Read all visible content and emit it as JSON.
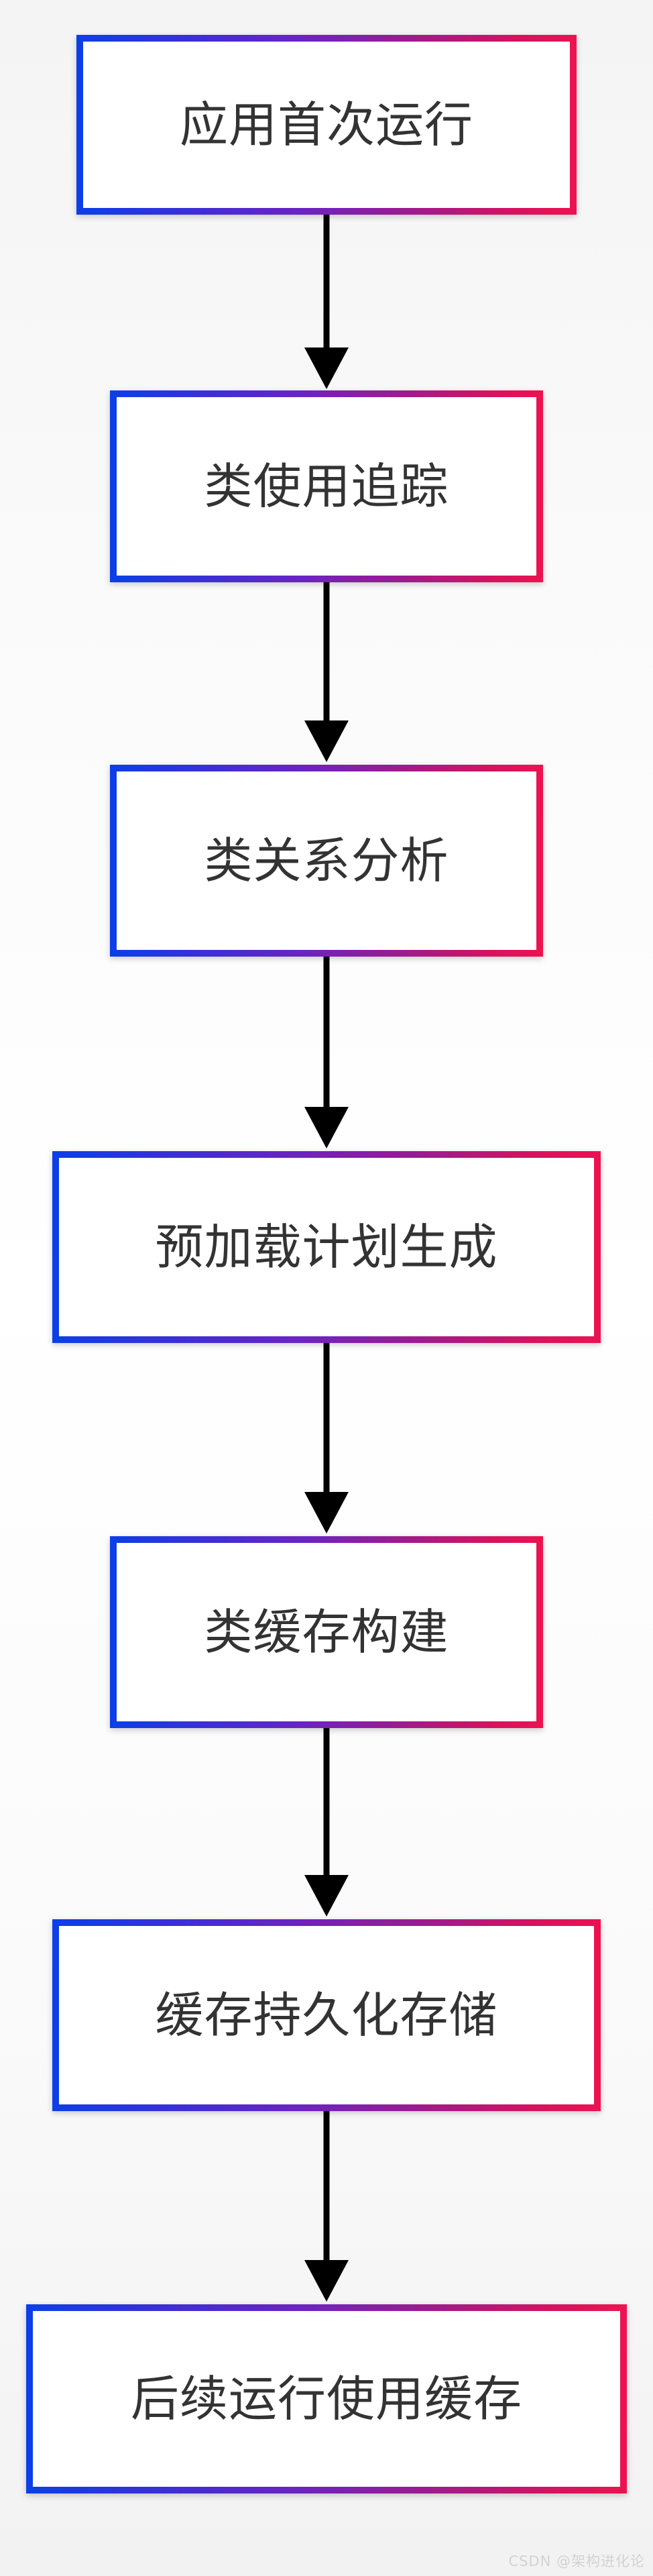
{
  "diagram": {
    "type": "flowchart",
    "orientation": "top-to-bottom",
    "background_color": "#f7f7f7",
    "node_text_color": "#333333",
    "border_gradient_start": "#0b3fe8",
    "border_gradient_end": "#ed1250",
    "arrow_color": "#000000",
    "nodes": [
      {
        "id": "n1",
        "label": "应用首次运行"
      },
      {
        "id": "n2",
        "label": "类使用追踪"
      },
      {
        "id": "n3",
        "label": "类关系分析"
      },
      {
        "id": "n4",
        "label": "预加载计划生成"
      },
      {
        "id": "n5",
        "label": "类缓存构建"
      },
      {
        "id": "n6",
        "label": "缓存持久化存储"
      },
      {
        "id": "n7",
        "label": "后续运行使用缓存"
      }
    ],
    "edges": [
      {
        "from": "n1",
        "to": "n2",
        "glyph": "down-arrow"
      },
      {
        "from": "n2",
        "to": "n3",
        "glyph": "down-arrow"
      },
      {
        "from": "n3",
        "to": "n4",
        "glyph": "down-arrow"
      },
      {
        "from": "n4",
        "to": "n5",
        "glyph": "down-arrow"
      },
      {
        "from": "n5",
        "to": "n6",
        "glyph": "down-arrow"
      },
      {
        "from": "n6",
        "to": "n7",
        "glyph": "down-arrow"
      }
    ]
  },
  "watermark": {
    "text": "CSDN @架构进化论",
    "color": "#d2d2d2"
  }
}
